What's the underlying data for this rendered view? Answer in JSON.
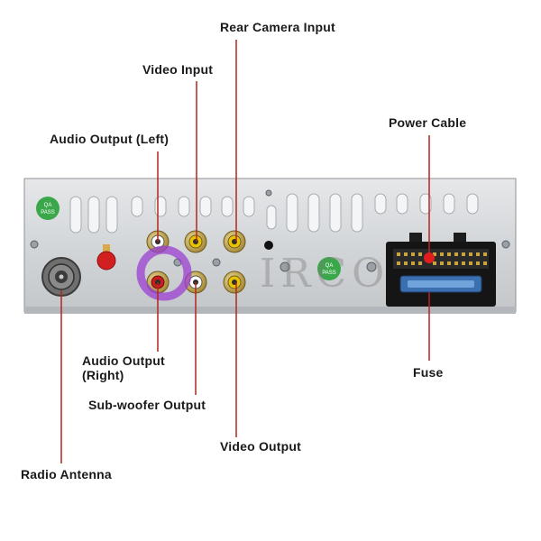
{
  "labels": {
    "rear_camera_input": "Rear Camera Input",
    "video_input": "Video Input",
    "audio_output_left": "Audio Output (Left)",
    "power_cable": "Power Cable",
    "audio_output_right_line1": "Audio Output",
    "audio_output_right_line2": "(Right)",
    "fuse": "Fuse",
    "subwoofer_output": "Sub-woofer Output",
    "video_output": "Video Output",
    "radio_antenna": "Radio Antenna"
  },
  "stickers": {
    "qa_pass_line1": "QA",
    "qa_pass_line2": "PASS"
  },
  "watermark": "IRCO",
  "colors": {
    "leader_line": "#b3261e",
    "panel": "#d9dcdf",
    "rca_yellow": "#e8c400",
    "rca_red": "#c81d1d",
    "sticker_green": "#3aa84a",
    "watermark_purple": "#9a3fd0"
  }
}
